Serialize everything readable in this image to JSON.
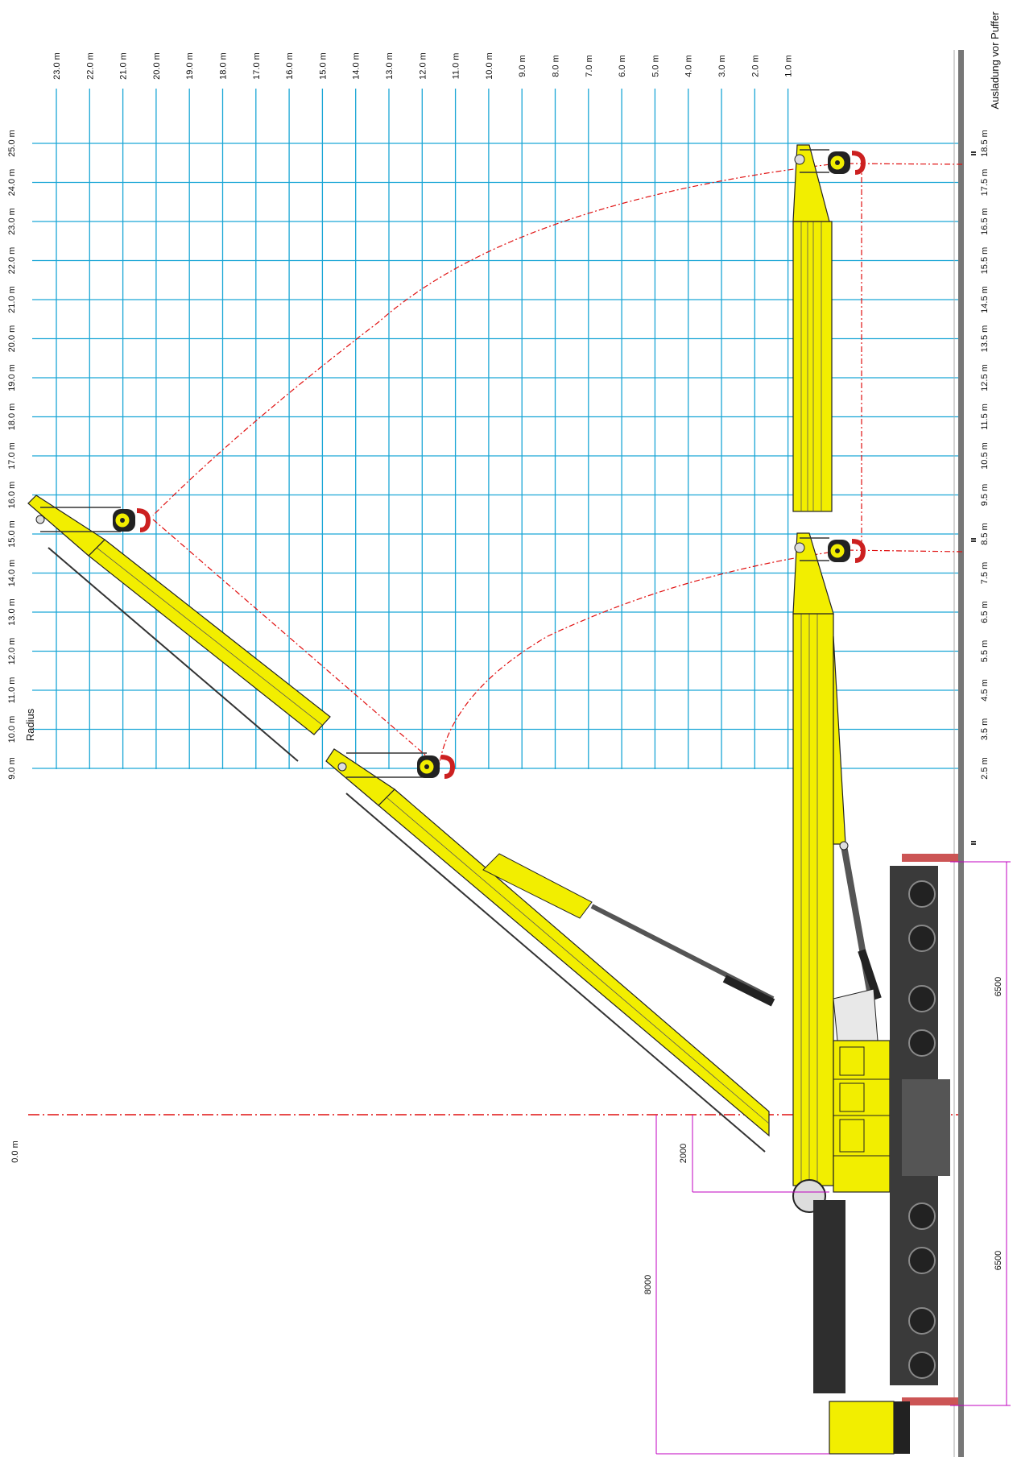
{
  "axis_titles": {
    "radius": "Radius",
    "outreach": "Ausladung vor Puffer"
  },
  "radius_labels": [
    "23.0 m",
    "22.0 m",
    "21.0 m",
    "20.0 m",
    "19.0 m",
    "18.0 m",
    "17.0 m",
    "16.0 m",
    "15.0 m",
    "14.0 m",
    "13.0 m",
    "12.0 m",
    "11.0 m",
    "10.0 m",
    "9.0 m",
    "8.0 m",
    "7.0 m",
    "6.0 m",
    "5.0 m",
    "4.0 m",
    "3.0 m",
    "2.0 m",
    "1.0 m"
  ],
  "height_labels": [
    "25.0 m",
    "24.0 m",
    "23.0 m",
    "22.0 m",
    "21.0 m",
    "20.0 m",
    "19.0 m",
    "18.0 m",
    "17.0 m",
    "16.0 m",
    "15.0 m",
    "14.0 m",
    "13.0 m",
    "12.0 m",
    "11.0 m",
    "10.0 m",
    "9.0 m"
  ],
  "outreach_labels": [
    "18.5 m",
    "17.5 m",
    "16.5 m",
    "15.5 m",
    "14.5 m",
    "13.5 m",
    "12.5 m",
    "11.5 m",
    "10.5 m",
    "9.5 m",
    "8.5 m",
    "7.5 m",
    "6.5 m",
    "5.5 m",
    "4.5 m",
    "3.5 m",
    "2.5 m"
  ],
  "zero_label": "0.0 m",
  "dimensions": {
    "d2000": "2000",
    "d8000": "8000",
    "d6500a": "6500",
    "d6500b": "6500"
  },
  "colors": {
    "grid": "#1aa6d6",
    "boom": "#f2ee00",
    "boom_outline": "#222222",
    "trajectory": "#e01010",
    "dimension": "#c000c0",
    "rail": "#777777",
    "carrier": "#3a3a3a"
  },
  "chart_data": {
    "type": "diagram",
    "grid": true,
    "radius_range_m": [
      1.0,
      23.0
    ],
    "height_range_m": [
      9.0,
      25.0
    ],
    "outreach_range_m": [
      2.5,
      18.5
    ],
    "hook_positions_outreach_m": [
      18.5,
      8.5
    ]
  }
}
